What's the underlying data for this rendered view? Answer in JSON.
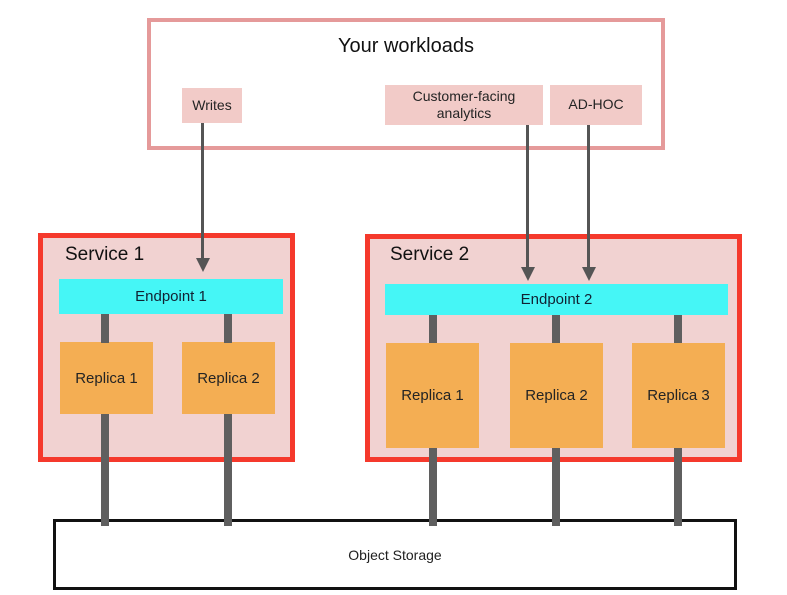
{
  "diagram": {
    "workloads": {
      "title": "Your workloads",
      "items": [
        {
          "label": "Writes"
        },
        {
          "label": "Customer-facing analytics"
        },
        {
          "label": "AD-HOC"
        }
      ]
    },
    "services": [
      {
        "name": "Service 1",
        "endpoint": "Endpoint 1",
        "replicas": [
          "Replica 1",
          "Replica 2"
        ]
      },
      {
        "name": "Service 2",
        "endpoint": "Endpoint 2",
        "replicas": [
          "Replica 1",
          "Replica 2",
          "Replica 3"
        ]
      }
    ],
    "storage": {
      "label": "Object Storage"
    },
    "colors": {
      "workloads_border": "#e59a9a",
      "chip_fill": "#f2cbc8",
      "service_border": "#f5392c",
      "service_fill": "#f1d2d1",
      "endpoint_fill": "#45f6f6",
      "replica_fill": "#f4ae53",
      "connector_gray": "#5f5f5f",
      "arrow_gray": "#555555",
      "storage_border": "#111111"
    }
  }
}
